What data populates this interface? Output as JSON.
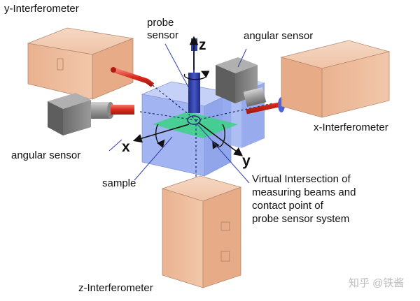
{
  "labels": {
    "y_interferometer": "y-Interferometer",
    "probe_sensor_line1": "probe",
    "probe_sensor_line2": "sensor",
    "angular_sensor_top": "angular sensor",
    "x_interferometer": "x-Interferometer",
    "angular_sensor_left": "angular sensor",
    "sample": "sample",
    "virtual_intersection": [
      "Virtual Intersection of",
      "measuring beams and",
      "contact point of",
      "probe sensor system"
    ],
    "z_interferometer": "z-Interferometer"
  },
  "axes": {
    "x": "x",
    "y": "y",
    "z": "z"
  },
  "watermark": "知乎 @铁酱",
  "colors": {
    "interferometer": "#edbb9a",
    "sensor": "#7a7a7a",
    "cube": "#8ea4ee",
    "sample": "#3fd08a",
    "beam": "#e0392c",
    "probe": "#2f3fa8"
  }
}
